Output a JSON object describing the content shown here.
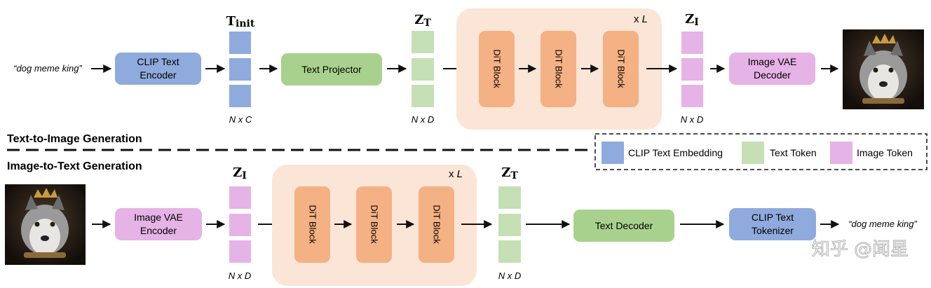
{
  "t2i": {
    "prompt": "“dog meme king”",
    "clip_encoder": [
      "CLIP Text",
      "Encoder"
    ],
    "tinit_main": "T",
    "tinit_sub": "init",
    "tinit_dim": "N x C",
    "projector": "Text Projector",
    "zt_main": "Z",
    "zt_sub": "T",
    "zt_dim": "N x D",
    "repeat_x": "x",
    "repeat_L": "L",
    "dit_blocks": [
      "DiT Block",
      "DiT Block",
      "DiT Block"
    ],
    "zi_main": "Z",
    "zi_sub": "I",
    "zi_dim": "N x D",
    "vae_decoder": [
      "Image VAE",
      "Decoder"
    ]
  },
  "section_labels": {
    "t2i": "Text-to-Image Generation",
    "i2t": "Image-to-Text Generation"
  },
  "legend": [
    {
      "label": "CLIP Text Embedding",
      "color": "#8faadc"
    },
    {
      "label": "Text Token",
      "color": "#c5e0b4"
    },
    {
      "label": "Image Token",
      "color": "#e6b3e6"
    }
  ],
  "i2t": {
    "vae_encoder": [
      "Image VAE",
      "Encoder"
    ],
    "zi_main": "Z",
    "zi_sub": "I",
    "zi_dim": "N x D",
    "repeat_x": "x",
    "repeat_L": "L",
    "dit_blocks": [
      "DiT Block",
      "DiT Block",
      "DiT Block"
    ],
    "zt_main": "Z",
    "zt_sub": "T",
    "zt_dim": "N x D",
    "text_decoder": "Text Decoder",
    "clip_tokenizer": [
      "CLIP Text",
      "Tokenizer"
    ],
    "output": "“dog meme king”"
  },
  "watermark": "知乎 @闻星",
  "colors": {
    "clip": "#8faadc",
    "text_token": "#c5e0b4",
    "image_token": "#e6b3e6",
    "text_module": "#a9d18e",
    "dit_block": "#f4b183",
    "dit_panel": "#fbe5d6"
  }
}
